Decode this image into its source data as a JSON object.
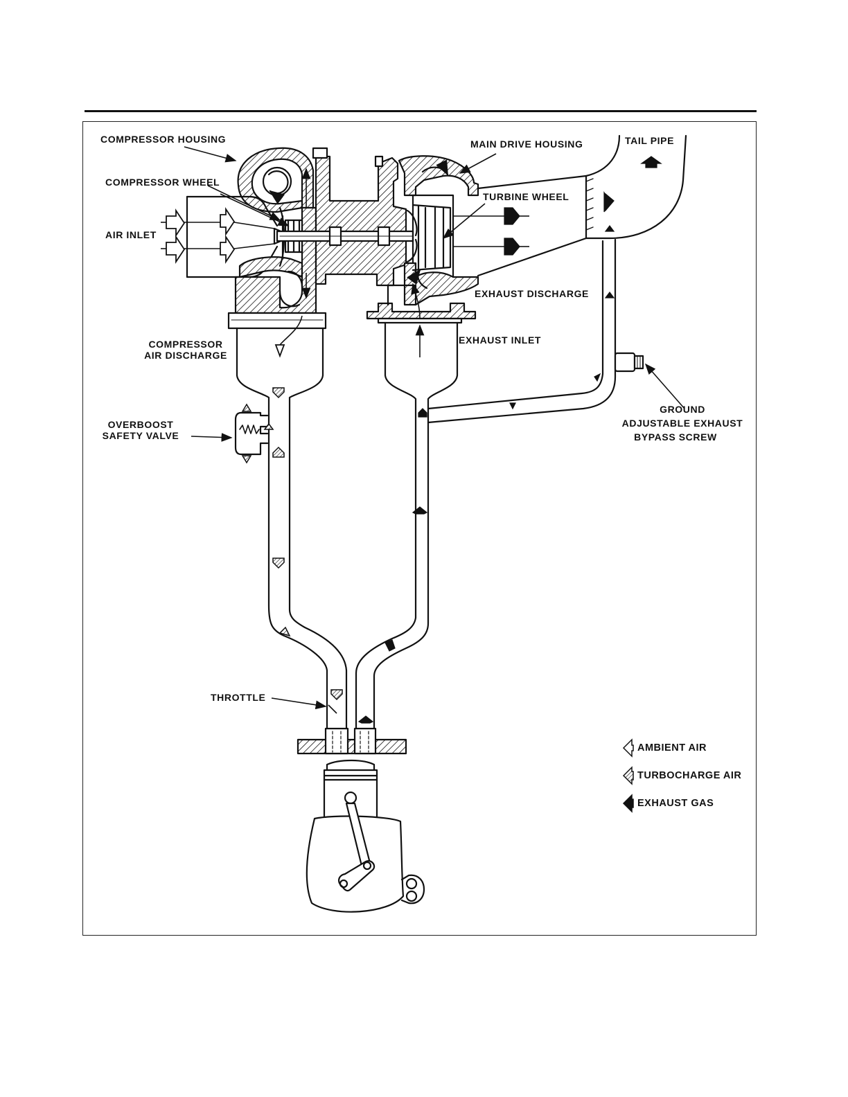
{
  "labels": {
    "compressor_housing": "COMPRESSOR HOUSING",
    "compressor_wheel": "COMPRESSOR WHEEL",
    "air_inlet": "AIR INLET",
    "compressor_air_discharge_1": "COMPRESSOR",
    "compressor_air_discharge_2": "AIR DISCHARGE",
    "overboost_1": "OVERBOOST",
    "overboost_2": "SAFETY VALVE",
    "main_drive_housing": "MAIN DRIVE HOUSING",
    "tail_pipe": "TAIL PIPE",
    "turbine_wheel": "TURBINE WHEEL",
    "exhaust_discharge": "EXHAUST DISCHARGE",
    "exhaust_inlet": "EXHAUST INLET",
    "bypass_1": "GROUND",
    "bypass_2": "ADJUSTABLE EXHAUST",
    "bypass_3": "BYPASS SCREW",
    "throttle": "THROTTLE"
  },
  "legend": [
    {
      "key": "ambient",
      "label": "AMBIENT AIR",
      "icon": "open-arrow-icon"
    },
    {
      "key": "turbo",
      "label": "TURBOCHARGE AIR",
      "icon": "hatched-arrow-icon"
    },
    {
      "key": "exhaust",
      "label": "EXHAUST GAS",
      "icon": "solid-arrow-icon"
    }
  ],
  "colors": {
    "ink": "#111111",
    "paper": "#ffffff"
  }
}
